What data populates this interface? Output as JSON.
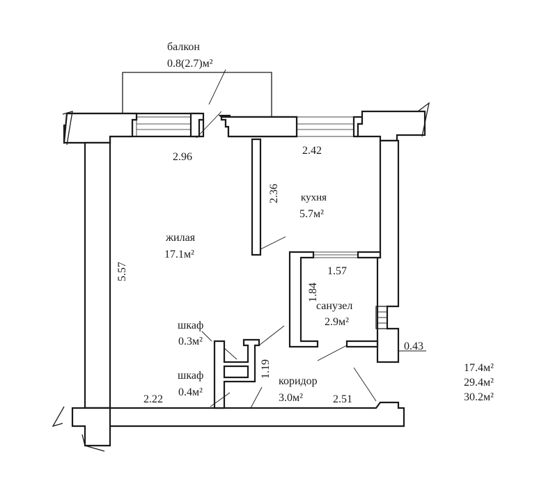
{
  "balcony": {
    "name": "балкон",
    "area": "0.8(2.7)м²"
  },
  "rooms": {
    "living": {
      "name": "жилая",
      "area": "17.1м²"
    },
    "kitchen": {
      "name": "кухня",
      "area": "5.7м²"
    },
    "bathroom": {
      "name": "санузел",
      "area": "2.9м²"
    },
    "closet1": {
      "name": "шкаф",
      "area": "0.3м²"
    },
    "closet2": {
      "name": "шкаф",
      "area": "0.4м²"
    },
    "corridor": {
      "name": "коридор",
      "area": "3.0м²"
    }
  },
  "dimensions": {
    "living_width": "2.96",
    "living_height": "5.57",
    "kitchen_width": "2.42",
    "kitchen_height": "2.36",
    "bath_width": "1.57",
    "bath_height": "1.84",
    "closet_height": "1.19",
    "bottom_left": "2.22",
    "bottom_right": "2.51",
    "wall_thickness": "0.43"
  },
  "totals": [
    "17.4м²",
    "29.4м²",
    "30.2м²"
  ]
}
